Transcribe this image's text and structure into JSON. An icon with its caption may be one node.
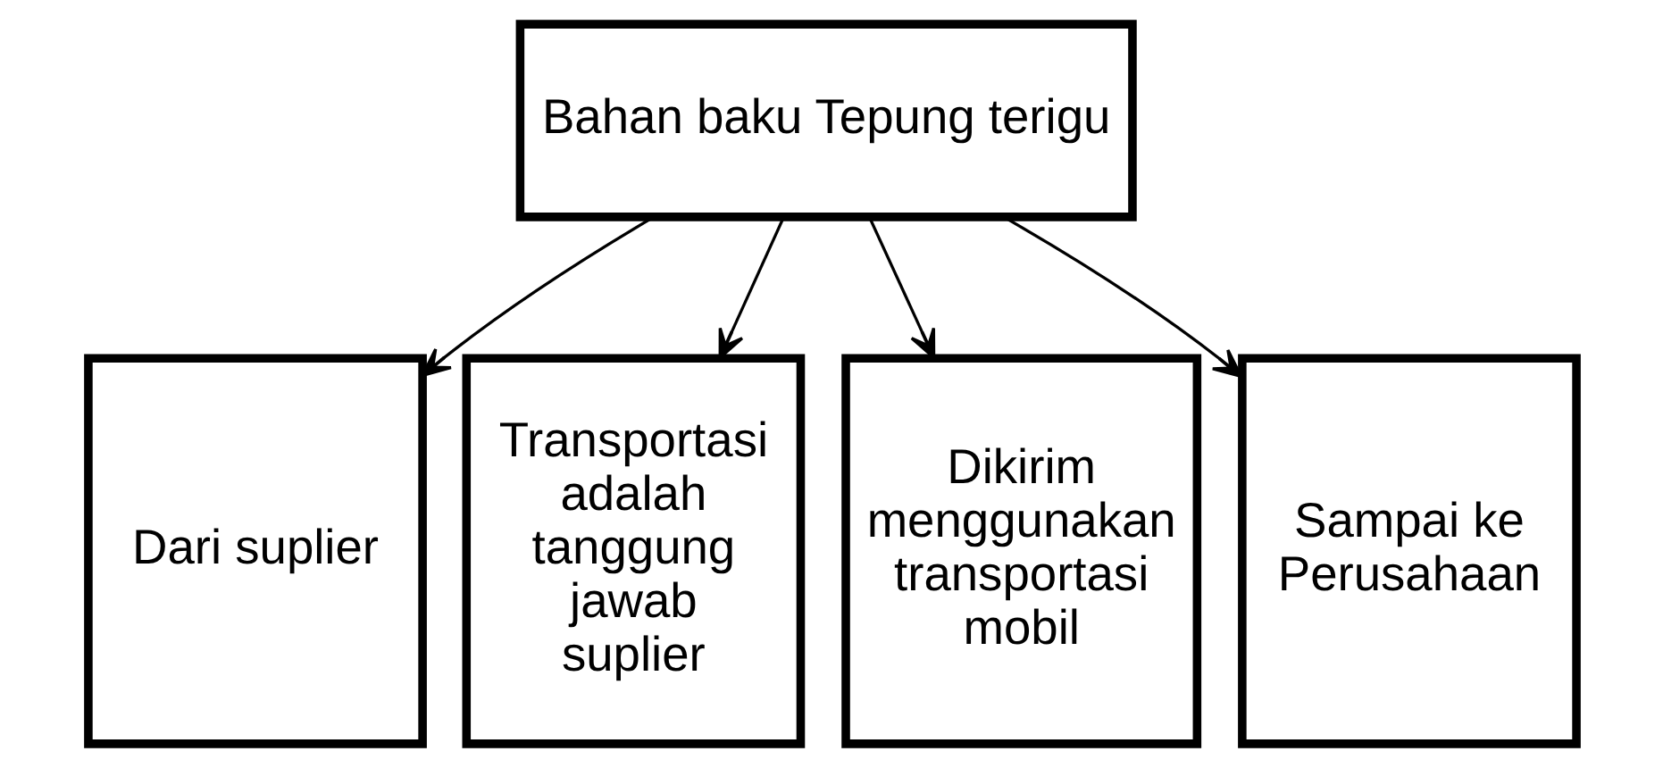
{
  "diagram": {
    "nodes": [
      {
        "text": [
          "Bahan baku Tepung terigu"
        ]
      },
      {
        "text": [
          "Dari suplier"
        ]
      },
      {
        "text": [
          "Transportasi adalah tanggung jawab suplier"
        ]
      },
      {
        "text": [
          "Dikirim menggunakan transportasi mobil"
        ]
      },
      {
        "text": [
          "Sampai ke Perusahaan"
        ]
      }
    ],
    "edges": [
      {
        "from": 0,
        "to": 1,
        "arrow": "to"
      },
      {
        "from": 0,
        "to": 2,
        "arrow": "to"
      },
      {
        "from": 0,
        "to": 3,
        "arrow": "to"
      },
      {
        "from": 0,
        "to": 4,
        "arrow": "to"
      }
    ]
  }
}
